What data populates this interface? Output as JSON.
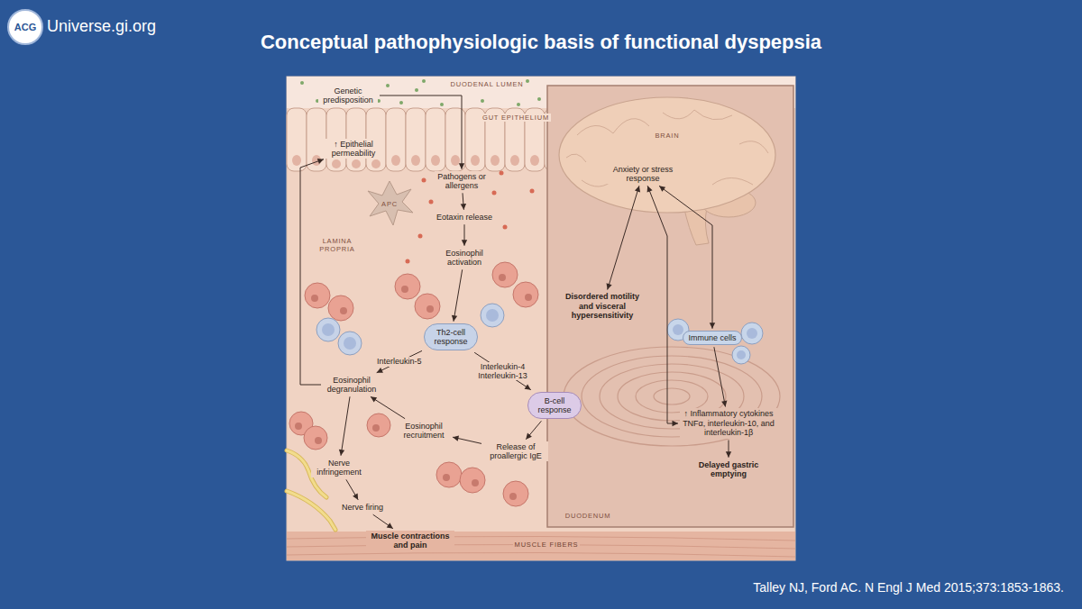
{
  "diagram": {
    "title": "Conceptual pathophysiologic basis of functional dyspepsia",
    "caption": "Talley NJ, Ford AC. N Engl J Med 2015;373:1853-1863.",
    "nodes": [
      {
        "text": [
          "Genetic predisposition"
        ]
      },
      {
        "text": [
          "↑ Epithelial permeability"
        ]
      },
      {
        "text": [
          "Pathogens or allergens"
        ]
      },
      {
        "text": [
          "Eotaxin release"
        ]
      },
      {
        "text": [
          "Eosinophil activation"
        ]
      },
      {
        "text": [
          "Th2-cell response"
        ]
      },
      {
        "text": [
          "Eosinophil degranulation"
        ]
      },
      {
        "text": [
          "B-cell response"
        ]
      },
      {
        "text": [
          "Eosinophil recruitment"
        ]
      },
      {
        "text": [
          "Release of proallergic IgE"
        ]
      },
      {
        "text": [
          "Nerve infringement"
        ]
      },
      {
        "text": [
          "Nerve firing"
        ]
      },
      {
        "text": [
          "Muscle contractions and pain"
        ]
      },
      {
        "text": [
          "Anxiety or stress response"
        ]
      },
      {
        "text": [
          "Disordered motility and visceral hypersensitivity"
        ]
      },
      {
        "text": [
          "Immune cells"
        ]
      },
      {
        "text": [
          "↑ Inflammatory cytokines TNFα, interleukin-10, and interleukin-1β"
        ]
      },
      {
        "text": [
          "Delayed gastric emptying"
        ]
      }
    ],
    "edges": [
      {
        "from": 0,
        "to": 2,
        "arrow": "to"
      },
      {
        "from": 2,
        "to": 3,
        "arrow": "to"
      },
      {
        "from": 3,
        "to": 4,
        "arrow": "to"
      },
      {
        "from": 4,
        "to": 5,
        "arrow": "to"
      },
      {
        "from": 5,
        "to": 6,
        "label": "Interleukin-5",
        "arrow": "to"
      },
      {
        "from": 5,
        "to": 7,
        "label": "Interleukin-4 Interleukin-13",
        "arrow": "to"
      },
      {
        "from": 6,
        "to": 1,
        "arrow": "to"
      },
      {
        "from": 7,
        "to": 9,
        "arrow": "to"
      },
      {
        "from": 9,
        "to": 8,
        "arrow": "to"
      },
      {
        "from": 8,
        "to": 6,
        "arrow": "to"
      },
      {
        "from": 6,
        "to": 10,
        "arrow": "to"
      },
      {
        "from": 10,
        "to": 11,
        "arrow": "to"
      },
      {
        "from": 11,
        "to": 12,
        "arrow": "to"
      },
      {
        "from": 13,
        "to": 14,
        "arrow": "both"
      },
      {
        "from": 13,
        "to": 15,
        "arrow": "both"
      },
      {
        "from": 13,
        "to": 16,
        "arrow": "both"
      },
      {
        "from": 15,
        "to": 16,
        "arrow": "to"
      },
      {
        "from": 16,
        "to": 17,
        "arrow": "to"
      }
    ],
    "labels": [
      "ACG",
      "Universe.gi.org",
      "DUODENAL LUMEN",
      "GUT EPITHELIUM",
      "LAMINA PROPRIA",
      "APC",
      "BRAIN",
      "DUODENUM",
      "MUSCLE FIBERS"
    ]
  }
}
